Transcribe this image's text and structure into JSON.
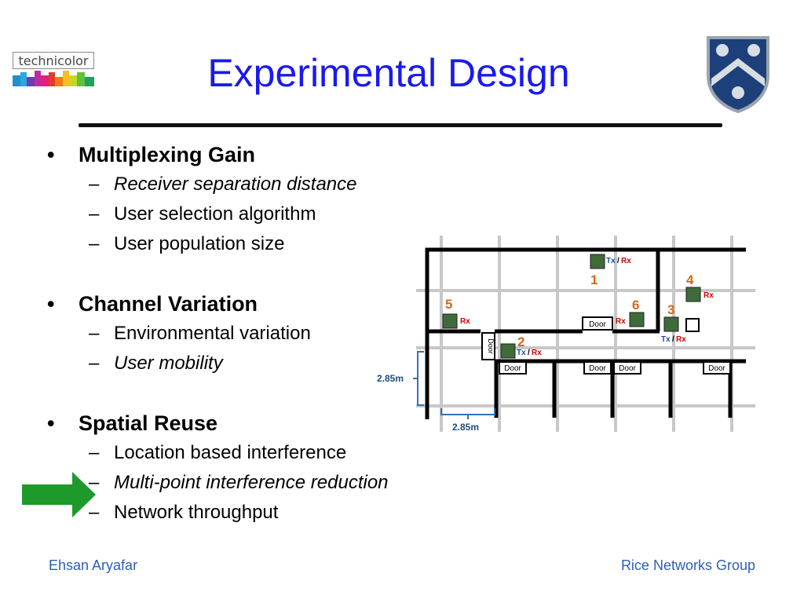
{
  "logo": {
    "text": "technicolor"
  },
  "title": "Experimental Design",
  "sections": [
    {
      "heading": "Multiplexing Gain",
      "items": [
        {
          "text": "Receiver separation distance",
          "italic": true
        },
        {
          "text": "User selection algorithm",
          "italic": false
        },
        {
          "text": "User population size",
          "italic": false
        }
      ]
    },
    {
      "heading": "Channel Variation",
      "items": [
        {
          "text": "Environmental variation",
          "italic": false
        },
        {
          "text": "User mobility",
          "italic": true
        }
      ]
    },
    {
      "heading": "Spatial Reuse",
      "items": [
        {
          "text": "Location based interference",
          "italic": false
        },
        {
          "text": "Multi-point interference reduction",
          "italic": true
        },
        {
          "text": "Network throughput",
          "italic": false
        }
      ]
    }
  ],
  "bullet_symbol": "•",
  "dash_symbol": "–",
  "diagram": {
    "nodes": [
      "1",
      "2",
      "3",
      "4",
      "5",
      "6"
    ],
    "tx_label": "Tx",
    "slash": "/",
    "rx_label": "Rx",
    "door_label": "Door",
    "dimension_vertical": "2.85m",
    "dimension_horizontal": "2.85m"
  },
  "colors": {
    "title": "#1a1aee",
    "footer": "#2e5fb5",
    "arrow": "#1e9a2a",
    "node_number": "#d2691e",
    "rx": "#d40000",
    "tx": "#1f4fa0",
    "dimension": "#2e75b6"
  },
  "footer": {
    "left": "Ehsan Aryafar",
    "right": "Rice Networks Group"
  }
}
